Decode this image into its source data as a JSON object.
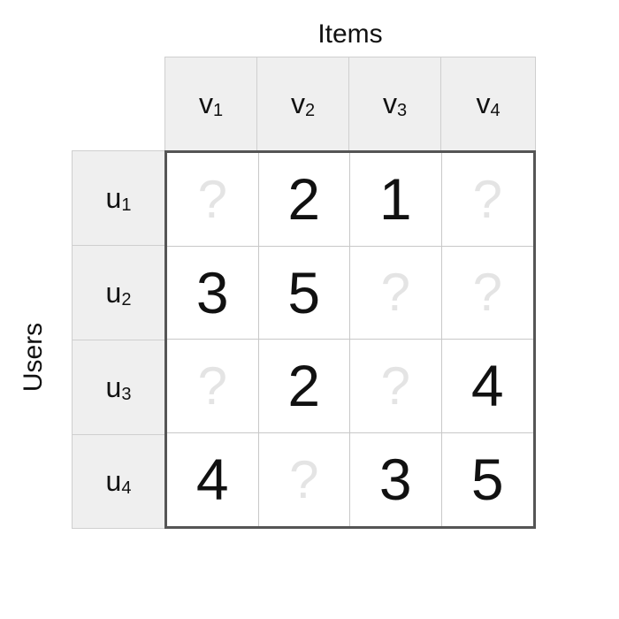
{
  "items_label": "Items",
  "users_label": "Users",
  "columns": [
    {
      "base": "v",
      "sub": "1"
    },
    {
      "base": "v",
      "sub": "2"
    },
    {
      "base": "v",
      "sub": "3"
    },
    {
      "base": "v",
      "sub": "4"
    }
  ],
  "rows": [
    {
      "base": "u",
      "sub": "1"
    },
    {
      "base": "u",
      "sub": "2"
    },
    {
      "base": "u",
      "sub": "3"
    },
    {
      "base": "u",
      "sub": "4"
    }
  ],
  "ratings": [
    [
      "?",
      "2",
      "1",
      "?"
    ],
    [
      "3",
      "5",
      "?",
      "?"
    ],
    [
      "?",
      "2",
      "?",
      "4"
    ],
    [
      "4",
      "?",
      "3",
      "5"
    ]
  ],
  "colors": {
    "header_bg": "#efefef",
    "matrix_border": "#555555",
    "missing": "#e4e4e4",
    "text": "#111111"
  }
}
